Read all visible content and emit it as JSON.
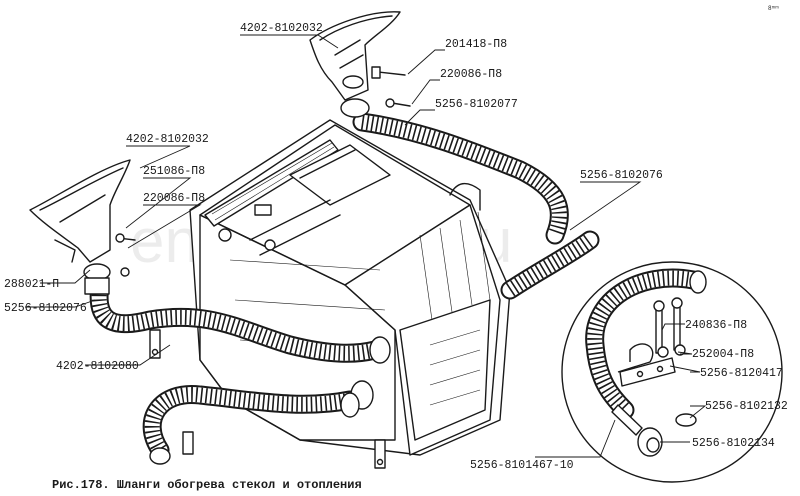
{
  "figure": {
    "caption": "Рис.178. Шланги обогрева стекол и отопления",
    "corner_mark": "8ᵐᵐ",
    "watermark": "ensat-parts.ru"
  },
  "part_labels": {
    "top_nozzle": "4202-8102032",
    "left_nozzle": "4202-8102032",
    "bolt_top": "201418-П8",
    "washer_top": "220086-П8",
    "hose_top": "5256-8102077",
    "bolt_left": "251086-П8",
    "washer_left": "220086-П8",
    "clip_left": "288021-П",
    "hose_left": "5256-8102076",
    "hose_right": "5256-8102076",
    "hose_bottom": "4202-8102080",
    "bolt_detail": "240836-П8",
    "washer_detail": "252004-П8",
    "clamp_detail": "5256-8120417",
    "ring_detail": "5256-8102132",
    "tip_detail": "5256-8102134",
    "hose_detail": "5256-8101467-10"
  }
}
